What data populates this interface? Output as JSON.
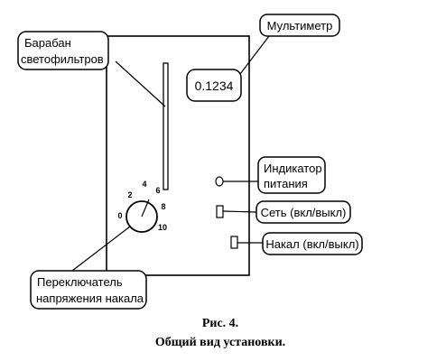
{
  "labels": {
    "filter_drum": [
      "Барабан",
      "светофильтров"
    ],
    "multimeter": "Мультиметр",
    "multimeter_display": "0.1234",
    "power_indicator": [
      "Индикатор",
      "питания"
    ],
    "mains_switch": "Сеть (вкл/выкл)",
    "filament_switch": "Накал (вкл/выкл)",
    "voltage_switch": [
      "Переключатель",
      "напряжения накала"
    ]
  },
  "dial_marks": [
    "0",
    "2",
    "4",
    "6",
    "8",
    "10"
  ],
  "caption": {
    "line1": "Рис. 4.",
    "line2": "Общий вид установки."
  }
}
